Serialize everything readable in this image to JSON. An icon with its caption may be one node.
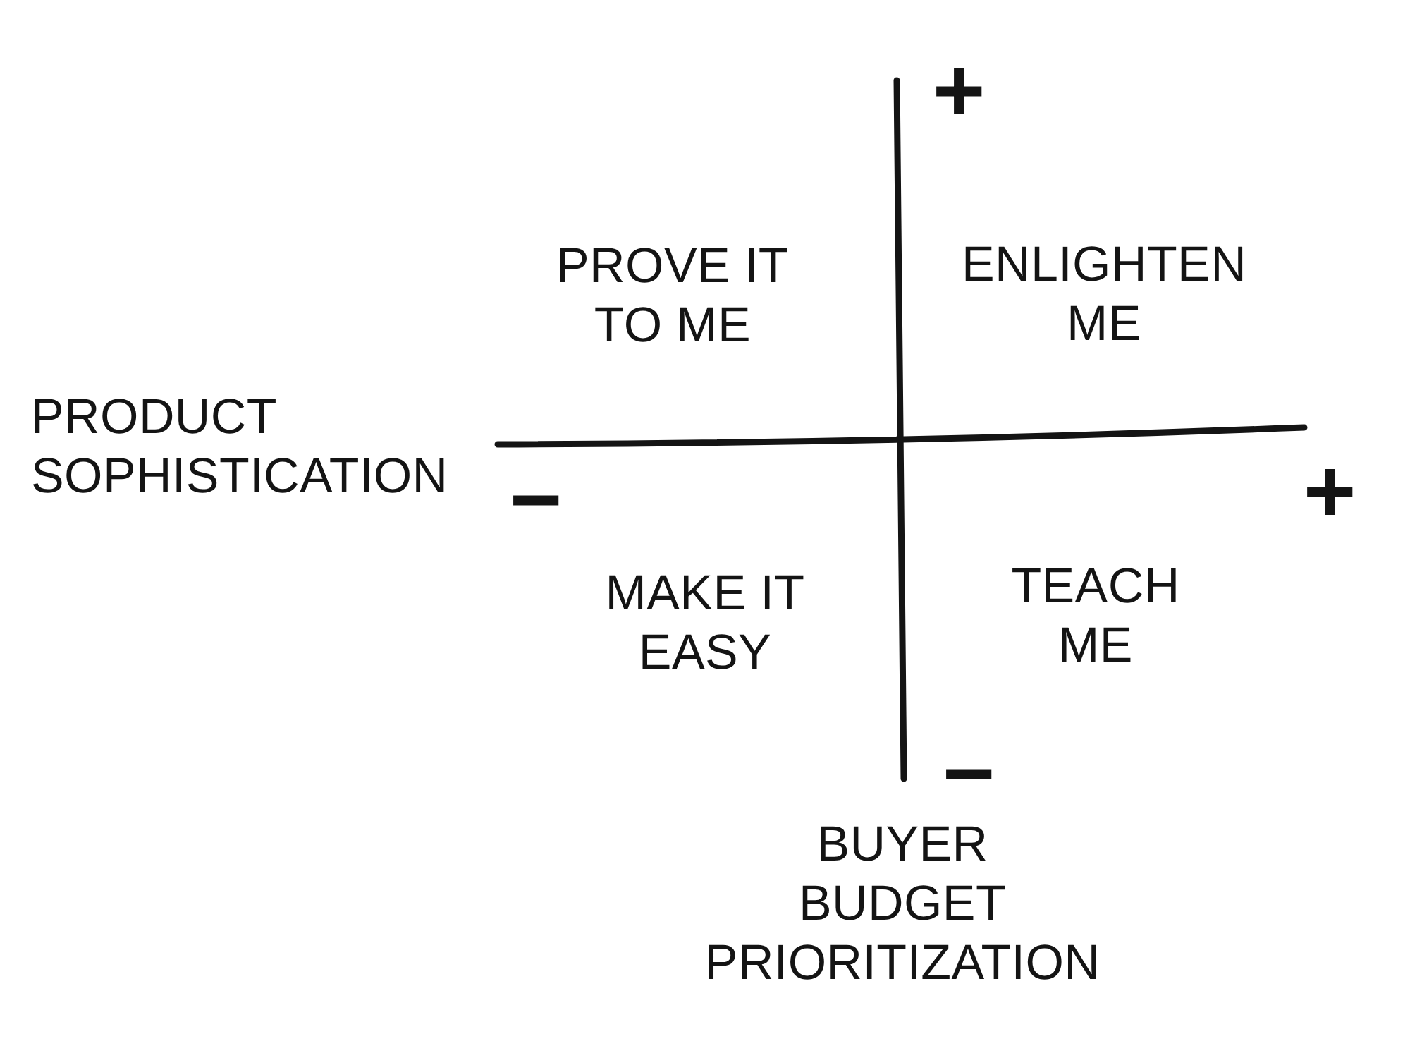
{
  "diagram": {
    "labels": [
      "+",
      "PROVE IT TO ME",
      "ENLIGHTEN ME",
      "PRODUCT SOPHISTICATION",
      "−",
      "+",
      "MAKE IT EASY",
      "TEACH ME",
      "−",
      "BUYER BUDGET PRIORITIZATION"
    ]
  }
}
